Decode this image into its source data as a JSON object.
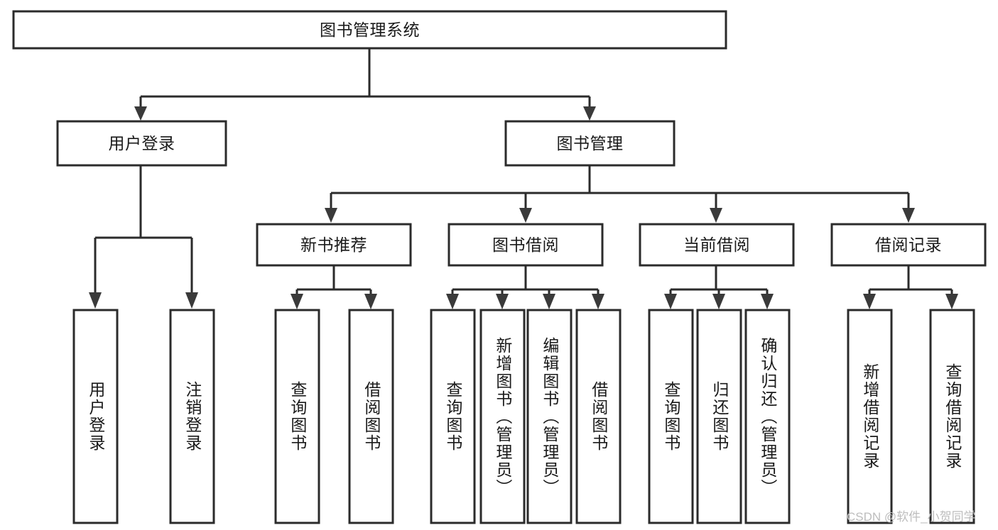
{
  "diagram": {
    "type": "tree",
    "title": "图书管理系统",
    "watermark": "CSDN @软件_小贺同学",
    "colors": {
      "stroke": "#2b2b2b",
      "fill": "#ffffff",
      "text": "#1a1a1a",
      "arrow": "#3a3a3a",
      "watermark": "#bdbdbd"
    },
    "levels": {
      "root": {
        "label": "图书管理系统"
      },
      "level2": [
        {
          "label": "用户登录"
        },
        {
          "label": "图书管理"
        }
      ],
      "level3": [
        {
          "label": "新书推荐"
        },
        {
          "label": "图书借阅"
        },
        {
          "label": "当前借阅"
        },
        {
          "label": "借阅记录"
        }
      ],
      "leaves": {
        "user_login": [
          {
            "label": "用户登录"
          },
          {
            "label": "注销登录"
          }
        ],
        "new_book_recommend": [
          {
            "label": "查询图书"
          },
          {
            "label": "借阅图书"
          }
        ],
        "book_borrow": [
          {
            "label": "查询图书"
          },
          {
            "label": "新增图书（管理员）"
          },
          {
            "label": "编辑图书（管理员）"
          },
          {
            "label": "借阅图书"
          }
        ],
        "current_borrow": [
          {
            "label": "查询图书"
          },
          {
            "label": "归还图书"
          },
          {
            "label": "确认归还（管理员）"
          }
        ],
        "borrow_record": [
          {
            "label": "新增借阅记录"
          },
          {
            "label": "查询借阅记录"
          }
        ]
      }
    }
  },
  "chart_data": {
    "type": "table",
    "title": "图书管理系统",
    "nodes": [
      {
        "id": "root",
        "label": "图书管理系统",
        "level": 0,
        "parent": null
      },
      {
        "id": "n-user-login",
        "label": "用户登录",
        "level": 1,
        "parent": "root"
      },
      {
        "id": "n-book-manage",
        "label": "图书管理",
        "level": 1,
        "parent": "root"
      },
      {
        "id": "n-new-book",
        "label": "新书推荐",
        "level": 2,
        "parent": "n-book-manage"
      },
      {
        "id": "n-book-borrow",
        "label": "图书借阅",
        "level": 2,
        "parent": "n-book-manage"
      },
      {
        "id": "n-current-borrow",
        "label": "当前借阅",
        "level": 2,
        "parent": "n-book-manage"
      },
      {
        "id": "n-borrow-record",
        "label": "借阅记录",
        "level": 2,
        "parent": "n-book-manage"
      },
      {
        "id": "l-user-login",
        "label": "用户登录",
        "level": 3,
        "parent": "n-user-login"
      },
      {
        "id": "l-logout",
        "label": "注销登录",
        "level": 3,
        "parent": "n-user-login"
      },
      {
        "id": "l-query-book-1",
        "label": "查询图书",
        "level": 3,
        "parent": "n-new-book"
      },
      {
        "id": "l-borrow-book-1",
        "label": "借阅图书",
        "level": 3,
        "parent": "n-new-book"
      },
      {
        "id": "l-query-book-2",
        "label": "查询图书",
        "level": 3,
        "parent": "n-book-borrow"
      },
      {
        "id": "l-add-book",
        "label": "新增图书（管理员）",
        "level": 3,
        "parent": "n-book-borrow"
      },
      {
        "id": "l-edit-book",
        "label": "编辑图书（管理员）",
        "level": 3,
        "parent": "n-book-borrow"
      },
      {
        "id": "l-borrow-book-2",
        "label": "借阅图书",
        "level": 3,
        "parent": "n-book-borrow"
      },
      {
        "id": "l-query-book-3",
        "label": "查询图书",
        "level": 3,
        "parent": "n-current-borrow"
      },
      {
        "id": "l-return-book",
        "label": "归还图书",
        "level": 3,
        "parent": "n-current-borrow"
      },
      {
        "id": "l-confirm-return",
        "label": "确认归还（管理员）",
        "level": 3,
        "parent": "n-current-borrow"
      },
      {
        "id": "l-add-record",
        "label": "新增借阅记录",
        "level": 3,
        "parent": "n-borrow-record"
      },
      {
        "id": "l-query-record",
        "label": "查询借阅记录",
        "level": 3,
        "parent": "n-borrow-record"
      }
    ]
  }
}
